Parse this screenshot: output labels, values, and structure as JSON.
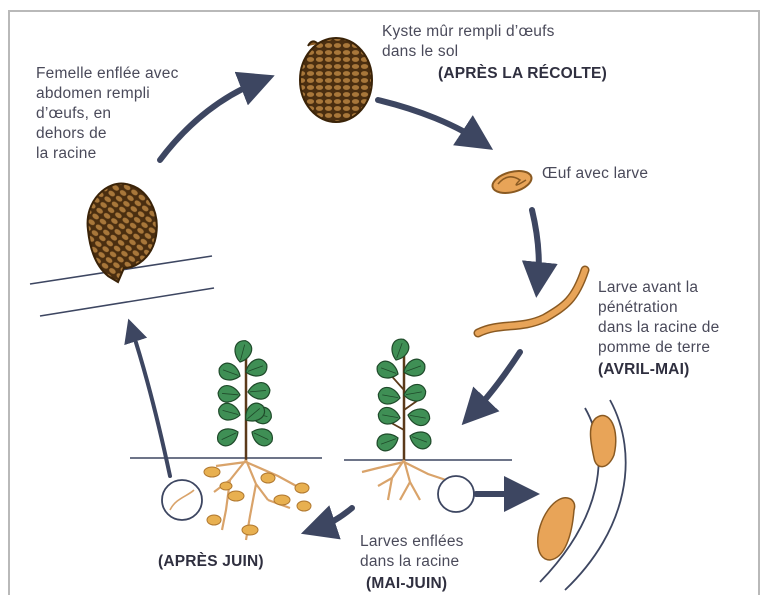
{
  "labels": {
    "cyst_line1": "Kyste mûr rempli d’œufs",
    "cyst_line2": "dans le sol",
    "cyst_period": "(APRÈS LA RÉCOLTE)",
    "egg": "Œuf avec larve",
    "larva_line1": "Larve avant la",
    "larva_line2": "pénétration",
    "larva_line3": "dans la racine de",
    "larva_line4": "pomme de terre",
    "larva_period": "(AVRIL-MAI)",
    "swollen_line1": "Larves enflées",
    "swollen_line2": "dans la racine",
    "swollen_period": "(MAI-JUIN)",
    "after_june": "(APRÈS JUIN)",
    "female_line1": "Femelle enflée avec",
    "female_line2": "abdomen rempli",
    "female_line3": "d’œufs, en",
    "female_line4": "dehors de",
    "female_line5": "la racine"
  },
  "colors": {
    "arrow": "#3d4661",
    "cyst": "#8a5a22",
    "larva": "#e8a458",
    "leaf": "#3f8f55",
    "root": "#d9a36a"
  }
}
